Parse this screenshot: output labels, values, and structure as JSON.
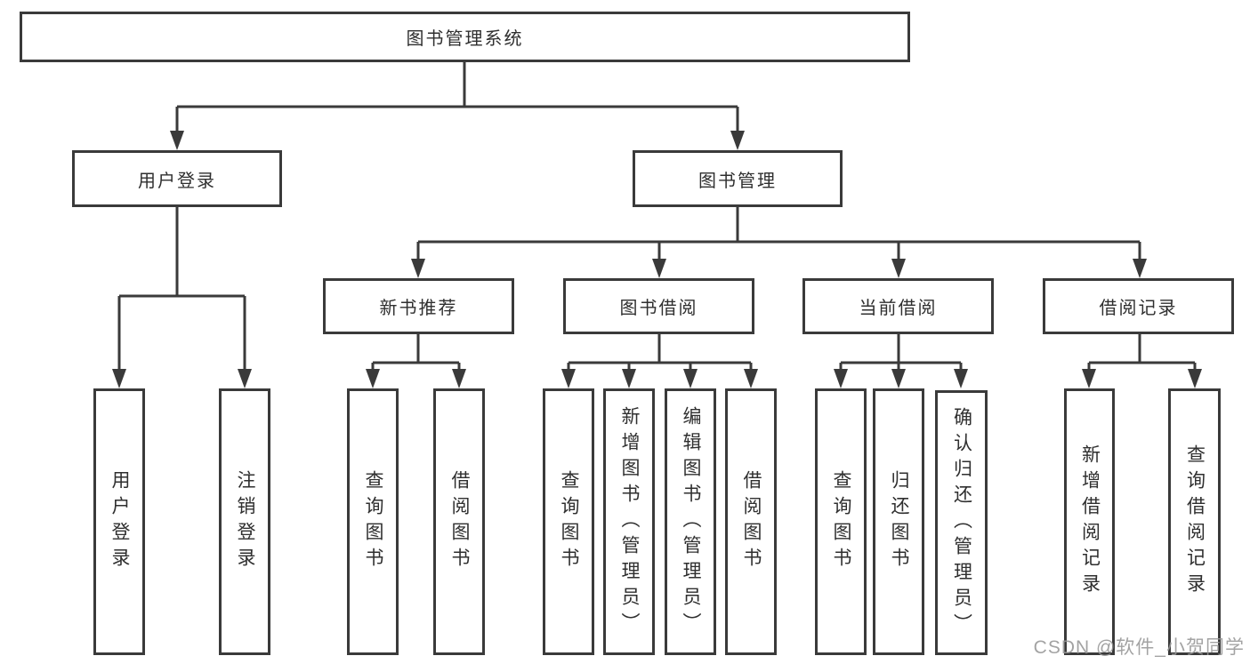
{
  "diagram": {
    "colors": {
      "line": "#3a3a3a",
      "box_border": "#3a3a3a",
      "text": "#2f2f2f",
      "background": "#ffffff",
      "watermark": "#969696"
    },
    "tree": {
      "root": {
        "label": "图书管理系统",
        "children": [
          {
            "label": "用户登录",
            "children": [
              {
                "label": "用户登录"
              },
              {
                "label": "注销登录"
              }
            ]
          },
          {
            "label": "图书管理",
            "children": [
              {
                "label": "新书推荐",
                "children": [
                  {
                    "label": "查询图书"
                  },
                  {
                    "label": "借阅图书"
                  }
                ]
              },
              {
                "label": "图书借阅",
                "children": [
                  {
                    "label": "查询图书"
                  },
                  {
                    "label": "新增图书（管理员）"
                  },
                  {
                    "label": "编辑图书（管理员）"
                  },
                  {
                    "label": "借阅图书"
                  }
                ]
              },
              {
                "label": "当前借阅",
                "children": [
                  {
                    "label": "查询图书"
                  },
                  {
                    "label": "归还图书"
                  },
                  {
                    "label": "确认归还（管理员）"
                  }
                ]
              },
              {
                "label": "借阅记录",
                "children": [
                  {
                    "label": "新增借阅记录"
                  },
                  {
                    "label": "查询借阅记录"
                  }
                ]
              }
            ]
          }
        ]
      }
    },
    "watermark": "CSDN @软件_小贺同学"
  }
}
